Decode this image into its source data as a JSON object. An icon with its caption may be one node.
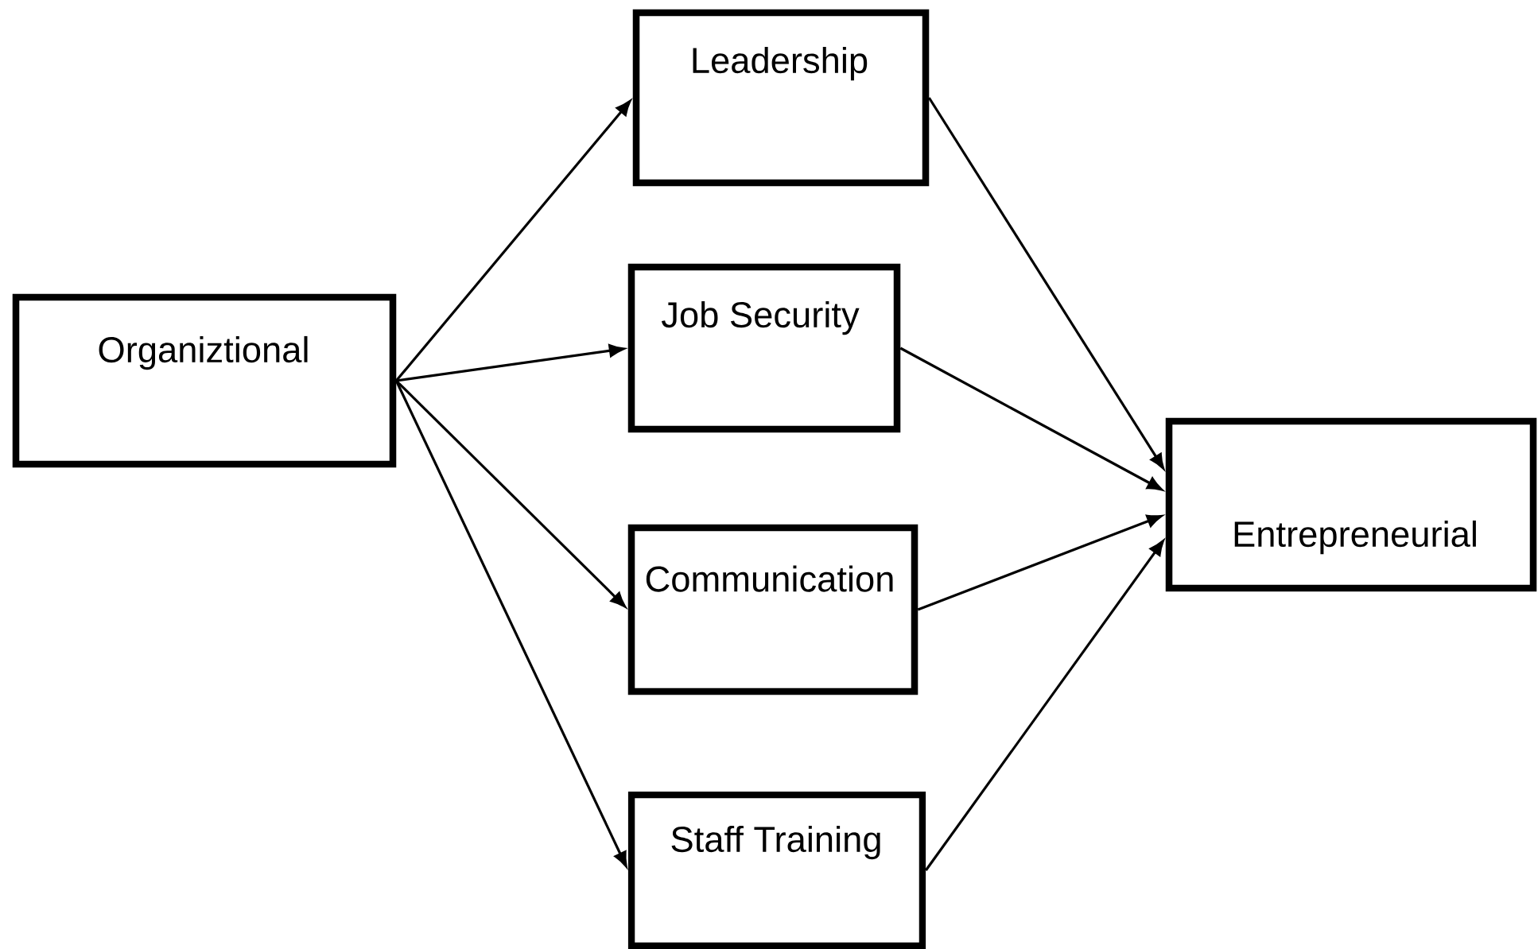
{
  "diagram": {
    "nodes": [
      {
        "text": [
          "Organiztional"
        ]
      },
      {
        "text": [
          "Leadership"
        ]
      },
      {
        "text": [
          "Job Security"
        ]
      },
      {
        "text": [
          "Communication"
        ]
      },
      {
        "text": [
          "Staff Training"
        ]
      },
      {
        "text": [
          "Entrepreneurial"
        ]
      }
    ],
    "edges": [
      {
        "from": 0,
        "to": 1,
        "arrow": "to"
      },
      {
        "from": 0,
        "to": 2,
        "arrow": "to"
      },
      {
        "from": 0,
        "to": 3,
        "arrow": "to"
      },
      {
        "from": 0,
        "to": 4,
        "arrow": "to"
      },
      {
        "from": 1,
        "to": 5,
        "arrow": "to"
      },
      {
        "from": 2,
        "to": 5,
        "arrow": "to"
      },
      {
        "from": 3,
        "to": 5,
        "arrow": "to"
      },
      {
        "from": 4,
        "to": 5,
        "arrow": "to"
      }
    ]
  }
}
